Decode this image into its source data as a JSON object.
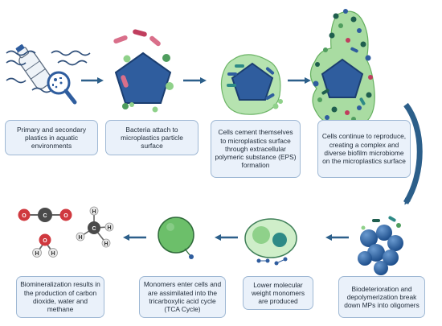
{
  "steps": [
    {
      "text": "Primary and secondary plastics in aquatic environments"
    },
    {
      "text": "Bacteria attach to microplastics particle surface"
    },
    {
      "text": "Cells cement themselves to microplastics surface through extracellular polymeric substance (EPS) formation"
    },
    {
      "text": "Cells continue to reproduce, creating a complex and diverse biofilm microbiome on the microplastics surface"
    },
    {
      "text": "Biodeterioration and depolymerization break down MPs into oligomers"
    },
    {
      "text": "Lower molecular weight monomers are produced"
    },
    {
      "text": "Monomers enter cells and are assimilated into the tricarboxylic acid cycle (TCA Cycle)"
    },
    {
      "text": "Biomineralization results in the production of carbon dioxide, water and methane"
    }
  ],
  "molecules": {
    "co2": {
      "atoms": [
        "O",
        "C",
        "O"
      ]
    },
    "water": {
      "atoms": [
        "H",
        "O",
        "H"
      ]
    },
    "methane": {
      "atoms": [
        "H",
        "H",
        "C",
        "H",
        "H"
      ]
    }
  },
  "colors": {
    "box_fill": "#eaf1fa",
    "box_border": "#9fb8d4",
    "arrow": "#2c5f8a",
    "pentagon": "#2f5d9e",
    "biofilm": "#8fd18a"
  }
}
